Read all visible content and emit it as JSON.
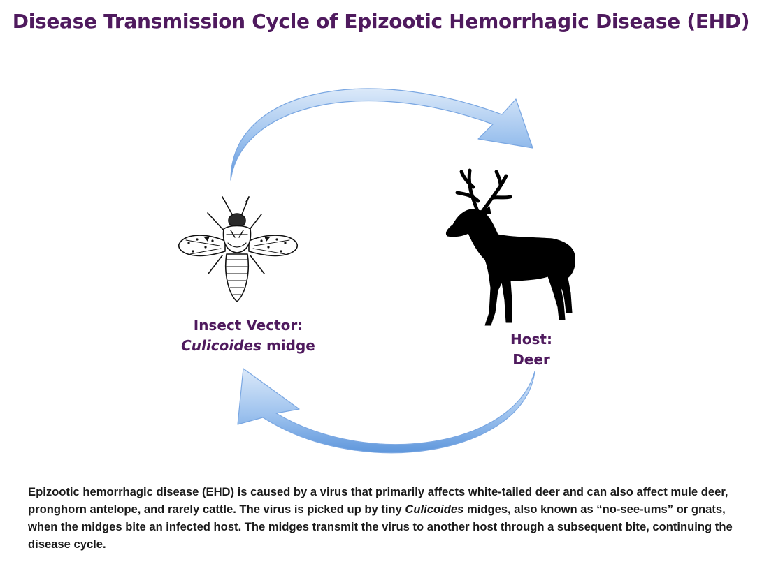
{
  "title": "Disease Transmission Cycle of Epizootic Hemorrhagic Disease (EHD)",
  "nodes": {
    "vector": {
      "line1": "Insect Vector:",
      "genus": "Culicoides",
      "suffix": " midge"
    },
    "host": {
      "line1": "Host:",
      "line2": "Deer"
    }
  },
  "caption": {
    "part1": "Epizootic hemorrhagic disease (EHD) is caused by a virus that primarily affects white-tailed deer and can also affect mule deer, pronghorn antelope, and rarely cattle. The virus is picked up by tiny ",
    "genus": "Culicoides",
    "part2": " midges, also known as “no-see-ums” or gnats, when the midges bite an infected host. The midges transmit the virus to another host through a subsequent bite, continuing the disease cycle."
  },
  "colors": {
    "title": "#4f1a5e",
    "arrow_light": "#c6dcf5",
    "arrow_dark": "#5f97dc",
    "deer": "#000000"
  },
  "icons": [
    "midge-illustration",
    "deer-silhouette",
    "cycle-arrow-top",
    "cycle-arrow-bottom"
  ]
}
